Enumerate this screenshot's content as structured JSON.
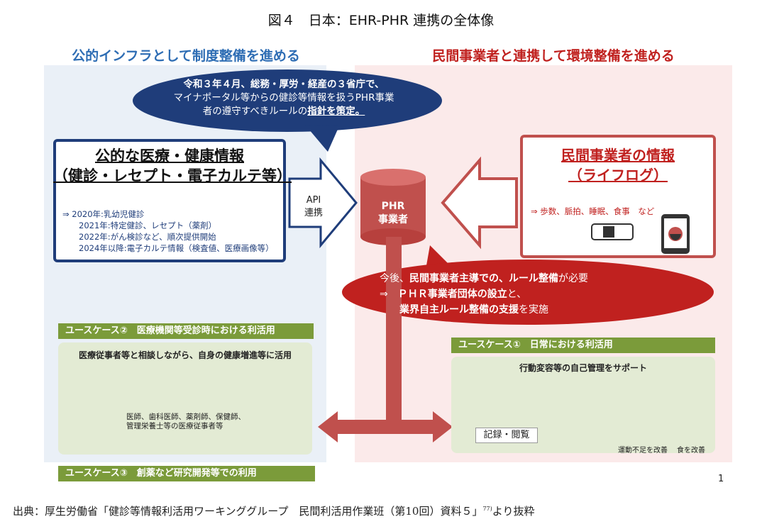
{
  "figure_title": "図４　日本：EHR-PHR 連携の全体像",
  "left_heading": "公的インフラとして制度整備を進める",
  "right_heading": "民間事業者と連携して環境整備を進める",
  "callout": {
    "line1": "令和３年４月、総務・厚労・経産の３省庁で、",
    "line2": "マイナポータル等からの健診等情報を扱うPHR事業",
    "line3_a": "者の遵守すべきルールの",
    "line3_b": "指針を策定。"
  },
  "public_info": {
    "title_line1": "公的な医療・健康情報",
    "title_line2": "（健診・レセプト・電子カルテ等）",
    "items": [
      "⇒ 2020年:乳幼児健診",
      "　　2021年:特定健診、レセプト（薬剤）",
      "　　2022年:がん検診など、順次提供開始",
      "　　2024年以降:電子カルテ情報（検査値、医療画像等）"
    ]
  },
  "api": {
    "line1": "API",
    "line2": "連携"
  },
  "phr": {
    "line1": "PHR",
    "line2": "事業者"
  },
  "private_info": {
    "title_line1": "民間事業者の情報",
    "title_line2": "（ライフログ）",
    "items": "⇒ 歩数、脈拍、睡眠、食事　など"
  },
  "red_callout": {
    "line1_a": "今後、",
    "line1_b": "民間事業者主導での、ルール整備",
    "line1_c": "が必要",
    "line2_a": "⇒　",
    "line2_b": "ＰＨＲ事業者団体の設立",
    "line2_c": "と、",
    "line3_a": "　　",
    "line3_b": "業界自主ルール整備の支援",
    "line3_c": "を実施"
  },
  "usecase2": {
    "label": "ユースケース②　医療機関等受診時における利活用",
    "desc": "医療従事者等と相談しながら、自身の健康増進等に活用",
    "caption1": "医師、歯科医師、薬剤師、保健師、",
    "caption2": "管理栄養士等の医療従事者等"
  },
  "usecase1": {
    "label": "ユースケース①　日常における利活用",
    "desc": "行動変容等の自己管理をサポート",
    "record": "記録・閲覧",
    "cap_exercise": "運動不足を改善",
    "cap_food": "食を改善"
  },
  "usecase3": {
    "label": "ユースケース③　創薬など研究開発等での利用"
  },
  "page_number": "1",
  "source": {
    "text": "出典：厚生労働省「健診等情報利活用ワーキンググループ　民間利活用作業班（第10回）資料５」",
    "sup": "77)",
    "tail": "より抜粋"
  },
  "colors": {
    "navy": "#1f3d7a",
    "red": "#c0211f",
    "green": "#7b9b3a",
    "lightblue": "#eaf0f7",
    "pink": "#fbeaea"
  }
}
